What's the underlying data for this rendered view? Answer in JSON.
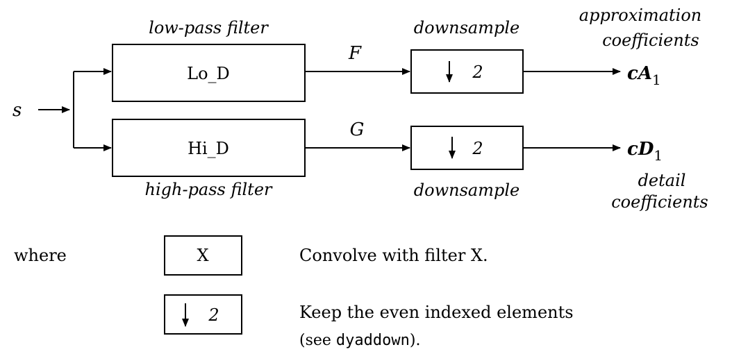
{
  "diagram": {
    "input": "s",
    "low": {
      "label_top": "low-pass filter",
      "box": "Lo_D",
      "signal": "F",
      "down_label": "downsample",
      "factor": "2",
      "out_label_line1": "approximation",
      "out_label_line2": "coefficients",
      "out_symbol": "cA",
      "out_sub": "1"
    },
    "high": {
      "label_bottom": "high-pass filter",
      "box": "Hi_D",
      "signal": "G",
      "down_label": "downsample",
      "factor": "2",
      "out_label_line1": "detail",
      "out_label_line2": "coefficients",
      "out_symbol": "cD",
      "out_sub": "1"
    }
  },
  "legend": {
    "where": "where",
    "conv_box": "X",
    "conv_text": "Convolve with filter X.",
    "down_factor": "2",
    "down_text_line1": "Keep the even indexed elements",
    "down_text_pre": "(see ",
    "down_text_code": "dyaddown",
    "down_text_post": ")."
  }
}
